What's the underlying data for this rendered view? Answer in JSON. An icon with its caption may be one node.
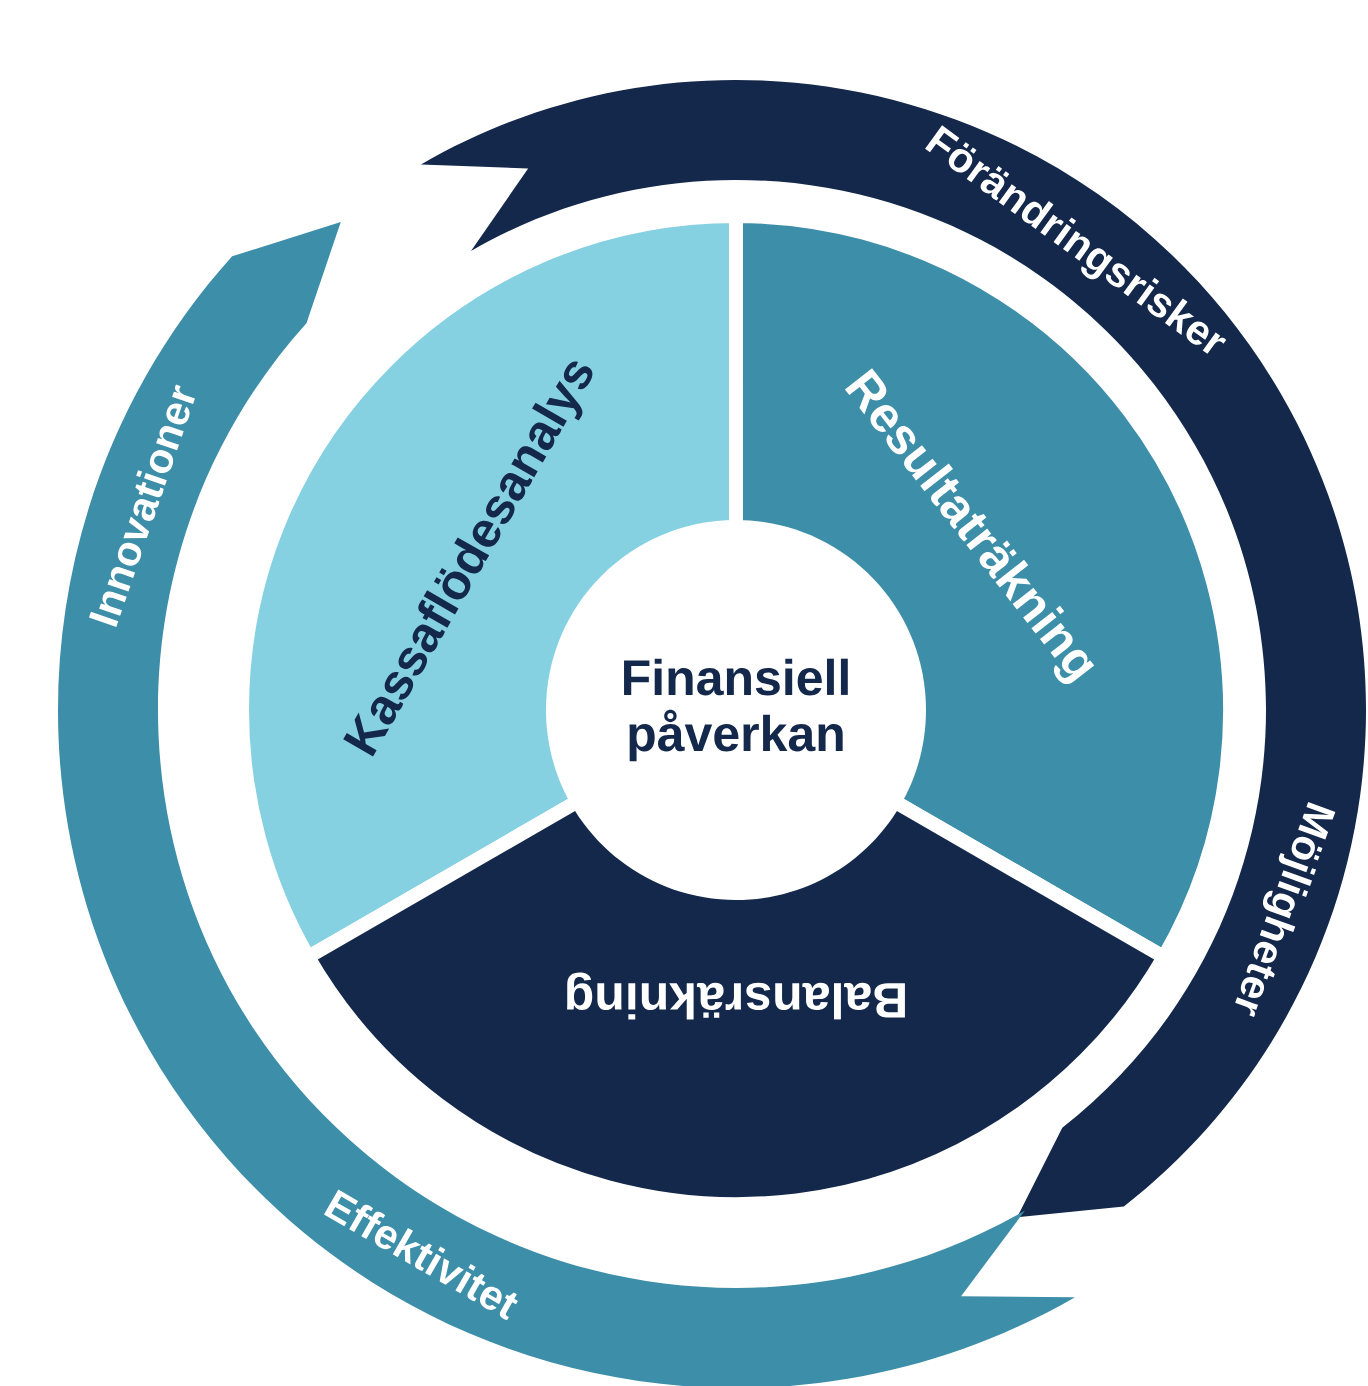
{
  "diagram": {
    "nodes": [
      {
        "text": [
          "Finansiell påverkan"
        ]
      },
      {
        "text": [
          "Kassaflödesanalys"
        ]
      },
      {
        "text": [
          "Resultaträkning"
        ]
      },
      {
        "text": [
          "Balansräkning"
        ]
      },
      {
        "text": [
          "Förändringsrisker",
          "Möjligheter"
        ]
      },
      {
        "text": [
          "Innovationer",
          "Effektivitet"
        ]
      }
    ]
  }
}
